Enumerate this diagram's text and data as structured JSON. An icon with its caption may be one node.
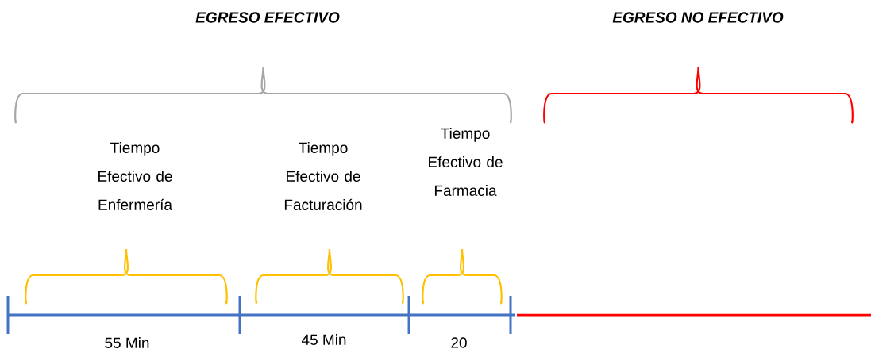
{
  "diagram": {
    "labels": [
      "*EGRESO EFECTIVO*",
      "*EGRESO NO EFECTIVO*",
      "Tiempo Efectivo de Enfermería",
      "Tiempo Efectivo de Facturación",
      "Tiempo Efectivo de Farmacia",
      "55 Min",
      "45 Min",
      "20"
    ]
  }
}
